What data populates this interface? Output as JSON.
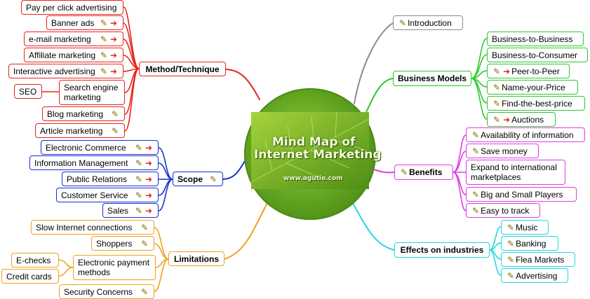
{
  "title": {
    "line1": "Mind Map of",
    "line2": "Internet Marketing",
    "site": "www.agutie.com"
  },
  "colors": {
    "method": "#e8231d",
    "scope": "#1a2fd0",
    "limitations": "#f3a01c",
    "intro": "#8c8c8c",
    "business": "#2cc82c",
    "benefits": "#e13ce1",
    "effects": "#22d6e0"
  },
  "icons": {
    "note": "pencil-note-icon",
    "link": "arrow-link-icon"
  },
  "branches": {
    "method": {
      "label": "Method/Technique",
      "items": [
        "Pay per click advertising",
        "Banner ads",
        "e-mail marketing",
        "Affiliate marketing",
        "Interactive advertising",
        "Search engine marketing",
        "SEO",
        "Blog marketing",
        "Article marketing"
      ]
    },
    "scope": {
      "label": "Scope",
      "items": [
        "Electronic Commerce",
        "Information Management",
        "Public Relations",
        "Customer Service",
        "Sales"
      ]
    },
    "limitations": {
      "label": "Limitations",
      "items": [
        "Slow Internet connections",
        "Shoppers",
        "Electronic payment methods",
        "E-checks",
        "Credit cards",
        "Security Concerns"
      ]
    },
    "introduction": {
      "label": "Introduction"
    },
    "business": {
      "label": "Business Models",
      "items": [
        "Business-to-Business",
        "Business-to-Consumer",
        "Peer-to-Peer",
        "Name-your-Price",
        "Find-the-best-price",
        "Auctions"
      ]
    },
    "benefits": {
      "label": "Benefits",
      "items": [
        "Availability of information",
        "Save money",
        "Expand to international marketplaces",
        "Big and Small Players",
        "Easy to track"
      ]
    },
    "effects": {
      "label": "Effects on industries",
      "items": [
        "Music",
        "Banking",
        "Flea Markets",
        "Advertising"
      ]
    }
  }
}
